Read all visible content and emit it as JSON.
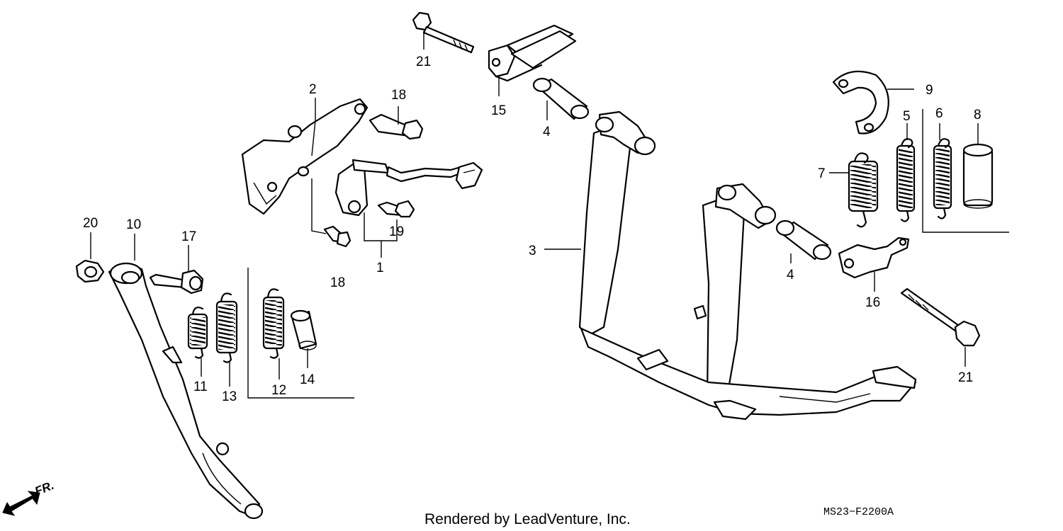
{
  "diagram": {
    "callouts": [
      {
        "id": "c1",
        "label": "1"
      },
      {
        "id": "c2",
        "label": "2"
      },
      {
        "id": "c3",
        "label": "3"
      },
      {
        "id": "c4a",
        "label": "4"
      },
      {
        "id": "c4b",
        "label": "4"
      },
      {
        "id": "c5",
        "label": "5"
      },
      {
        "id": "c6",
        "label": "6"
      },
      {
        "id": "c7",
        "label": "7"
      },
      {
        "id": "c8",
        "label": "8"
      },
      {
        "id": "c9",
        "label": "9"
      },
      {
        "id": "c10",
        "label": "10"
      },
      {
        "id": "c11",
        "label": "11"
      },
      {
        "id": "c12",
        "label": "12"
      },
      {
        "id": "c13",
        "label": "13"
      },
      {
        "id": "c14",
        "label": "14"
      },
      {
        "id": "c15",
        "label": "15"
      },
      {
        "id": "c16",
        "label": "16"
      },
      {
        "id": "c17",
        "label": "17"
      },
      {
        "id": "c18a",
        "label": "18"
      },
      {
        "id": "c18b",
        "label": "18"
      },
      {
        "id": "c19",
        "label": "19"
      },
      {
        "id": "c20",
        "label": "20"
      },
      {
        "id": "c21a",
        "label": "21"
      },
      {
        "id": "c21b",
        "label": "21"
      }
    ],
    "direction_label": "FR.",
    "credit": "Rendered by LeadVenture, Inc.",
    "diagram_code": "MS23−F2200A"
  }
}
